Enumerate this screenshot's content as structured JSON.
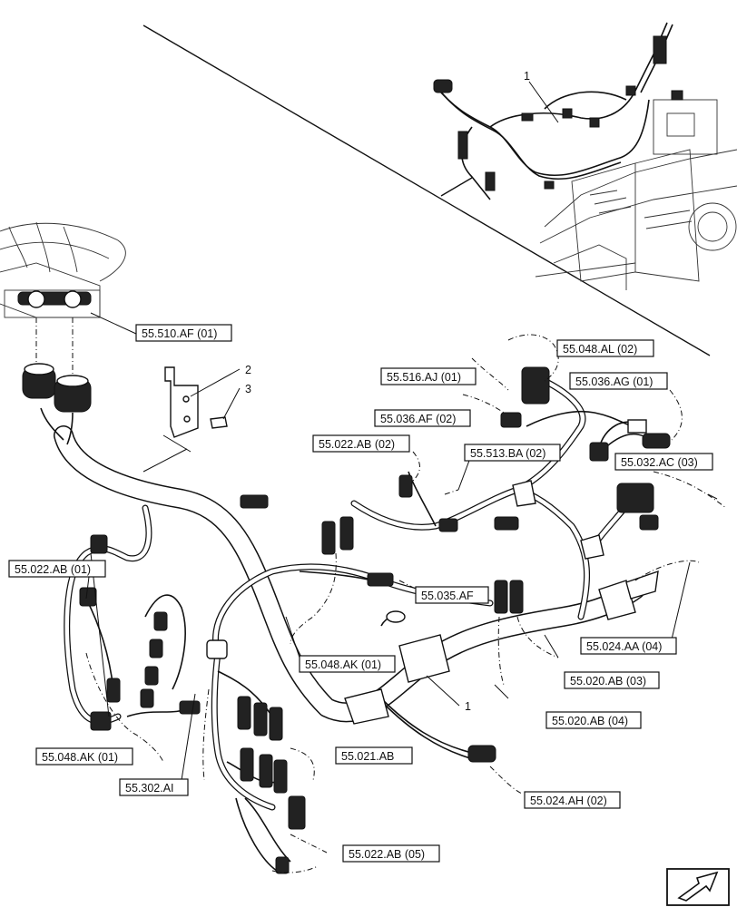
{
  "callouts": [
    {
      "id": "c1",
      "text": "55.510.AF (01)"
    },
    {
      "id": "c2",
      "text": "55.048.AL (02)"
    },
    {
      "id": "c3",
      "text": "55.516.AJ (01)"
    },
    {
      "id": "c4",
      "text": "55.036.AG (01)"
    },
    {
      "id": "c5",
      "text": "55.036.AF (02)"
    },
    {
      "id": "c6",
      "text": "55.022.AB (02)"
    },
    {
      "id": "c7",
      "text": "55.513.BA (02)"
    },
    {
      "id": "c8",
      "text": "55.032.AC (03)"
    },
    {
      "id": "c9",
      "text": "55.022.AB (01)"
    },
    {
      "id": "c10",
      "text": "55.035.AF"
    },
    {
      "id": "c11",
      "text": "55.024.AA (04)"
    },
    {
      "id": "c12",
      "text": "55.048.AK (01)"
    },
    {
      "id": "c13",
      "text": "55.020.AB (03)"
    },
    {
      "id": "c14",
      "text": "55.020.AB (04)"
    },
    {
      "id": "c15",
      "text": "55.048.AK (01)"
    },
    {
      "id": "c16",
      "text": "55.021.AB"
    },
    {
      "id": "c17",
      "text": "55.302.AI"
    },
    {
      "id": "c18",
      "text": "55.024.AH (02)"
    },
    {
      "id": "c19",
      "text": "55.022.AB (05)"
    }
  ],
  "item_numbers": [
    {
      "id": "n1",
      "text": "1"
    },
    {
      "id": "n2",
      "text": "2"
    },
    {
      "id": "n3",
      "text": "3"
    },
    {
      "id": "n4",
      "text": "1"
    }
  ],
  "icons": {
    "navigation": "next-page-arrow-icon"
  }
}
